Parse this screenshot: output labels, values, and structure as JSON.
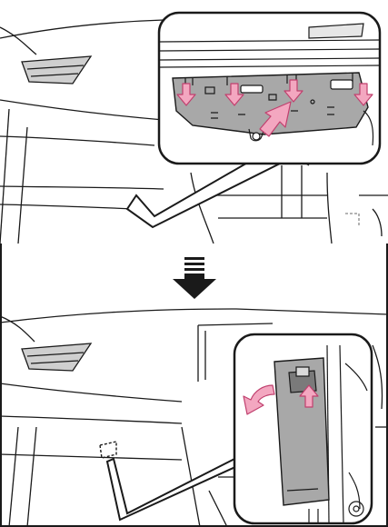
{
  "figure": {
    "panels": [
      {
        "id": "top",
        "scene": "dashboard-lower-panel-underside",
        "callout": {
          "content": "panel-clip-release",
          "arrows": [
            "push-down",
            "push-down",
            "push-down",
            "push-down",
            "lift-up"
          ]
        }
      },
      {
        "id": "bottom",
        "scene": "dashboard-lower-panel-removed",
        "callout": {
          "content": "fuse-cover-release",
          "arrows": [
            "swing-open",
            "push-up"
          ]
        }
      }
    ],
    "transition_arrow": "down",
    "colors": {
      "line": "#1a1a1a",
      "panel_gray": "#a8a8a8",
      "arrow_fill": "#f3a7c0",
      "arrow_stroke": "#c0406e",
      "background": "#ffffff"
    }
  }
}
